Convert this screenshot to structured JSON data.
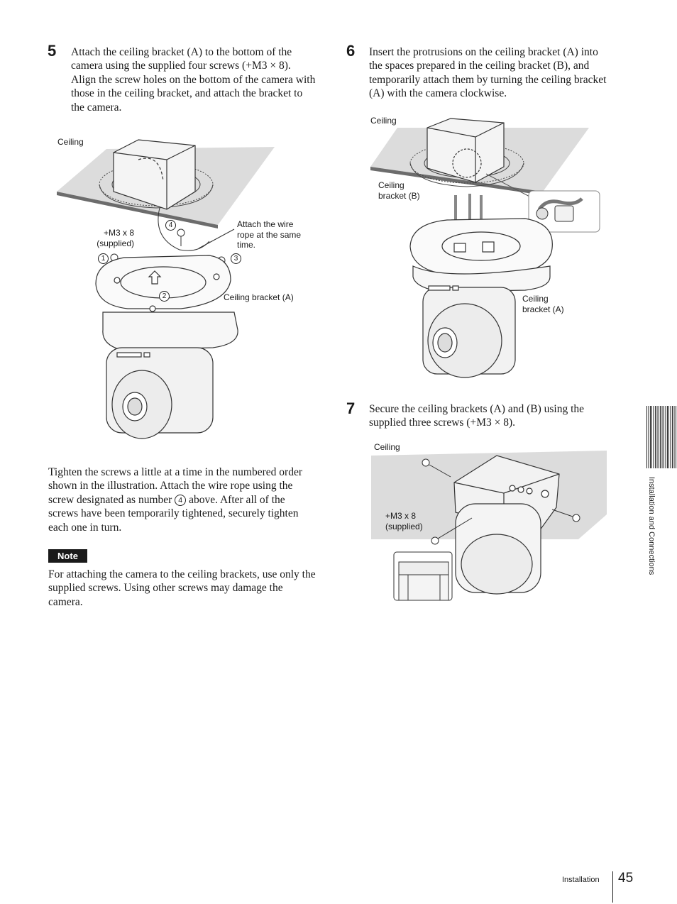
{
  "step5": {
    "number": "5",
    "text": "Attach the ceiling bracket (A) to the bottom of the camera using the supplied four screws (+M3 × 8). Align the screw holes on the bottom of the camera with those in the ceiling bracket, and attach the bracket to the camera.",
    "figure": {
      "ceiling_label": "Ceiling",
      "screws_label": "+M3 x 8\n(supplied)",
      "wire_label": "Attach the wire\nrope at the same\ntime.",
      "bracket_label": "Ceiling bracket (A)",
      "screw_numbers": [
        "1",
        "2",
        "3",
        "4"
      ]
    }
  },
  "tighten": {
    "text_before": "Tighten the screws a little at a time in the numbered order shown in the illustration. Attach the wire rope using the screw designated as number",
    "number": "4",
    "text_after": "above. After all of the screws have been temporarily tightened, securely tighten each one in turn."
  },
  "note": {
    "badge": "Note",
    "text": "For attaching the camera to the ceiling brackets, use only the supplied screws. Using other screws may damage the camera."
  },
  "step6": {
    "number": "6",
    "text": "Insert the protrusions on the ceiling bracket (A) into the spaces prepared in the ceiling bracket (B), and temporarily attach them by turning the ceiling bracket (A) with the camera clockwise.",
    "figure": {
      "ceiling_label": "Ceiling",
      "bracket_b_label": "Ceiling\nbracket (B)",
      "bracket_a_label": "Ceiling\nbracket (A)"
    }
  },
  "step7": {
    "number": "7",
    "text": "Secure the ceiling brackets (A) and (B) using the supplied three screws (+M3 × 8).",
    "figure": {
      "ceiling_label": "Ceiling",
      "screws_label": "+M3 x 8\n(supplied)"
    }
  },
  "sidebar": {
    "section": "Installation and Connections"
  },
  "footer": {
    "section": "Installation",
    "page_number": "45"
  }
}
